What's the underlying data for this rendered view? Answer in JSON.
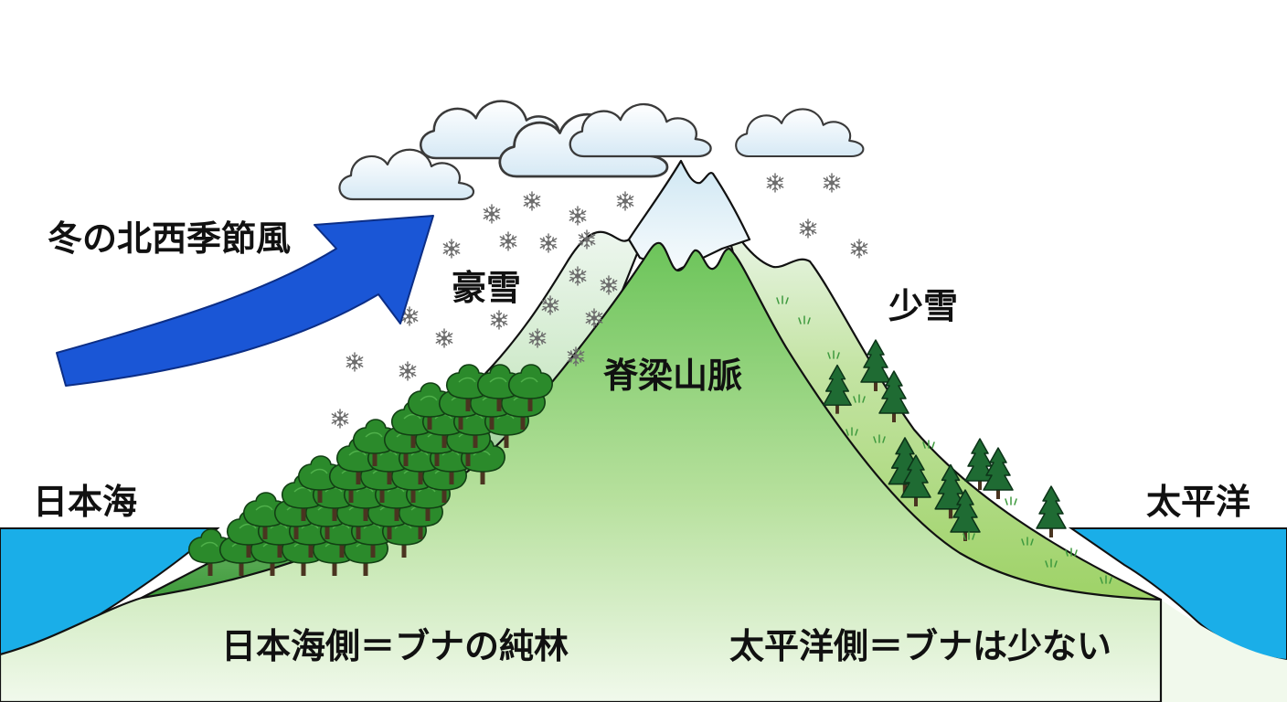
{
  "labels": {
    "wind": "冬の北西季節風",
    "heavy_snow": "豪雪",
    "light_snow": "少雪",
    "mountain": "脊梁山脈",
    "sea_japan": "日本海",
    "pacific": "太平洋",
    "japan_side": "日本海側＝ブナの純林",
    "pacific_side": "太平洋側＝ブナは少ない"
  },
  "icons": {
    "wind_arrow": "wind-arrow-icon",
    "cloud": "cloud-icon",
    "snowflake": "snowflake-icon",
    "beech_tree": "beech-tree-icon",
    "conifer": "conifer-tree-icon"
  },
  "colors": {
    "sea": "#1aaee8",
    "wind_arrow": "#1a56d6",
    "beech_forest": "#2e8b2e",
    "conifer": "#1f6b33",
    "mountain_core": "#79c95f",
    "snow_cap": "#eaf6fb"
  }
}
